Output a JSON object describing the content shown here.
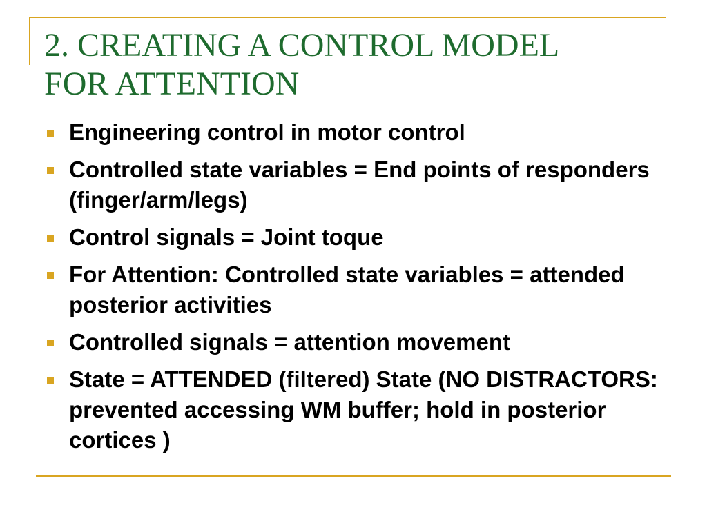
{
  "slide": {
    "title_line1": "2. CREATING A CONTROL MODEL",
    "title_line2": "FOR ATTENTION",
    "bullets": [
      "Engineering control in motor control",
      "Controlled state variables = End points of responders (finger/arm/legs)",
      "Control signals = Joint toque",
      "For Attention: Controlled state variables = attended posterior activities",
      "Controlled signals = attention movement",
      "State = ATTENDED (filtered) State (NO DISTRACTORS: prevented accessing WM buffer; hold in posterior cortices )"
    ]
  },
  "colors": {
    "title": "#1e6b2e",
    "accent": "#d9a521",
    "text": "#000000"
  }
}
